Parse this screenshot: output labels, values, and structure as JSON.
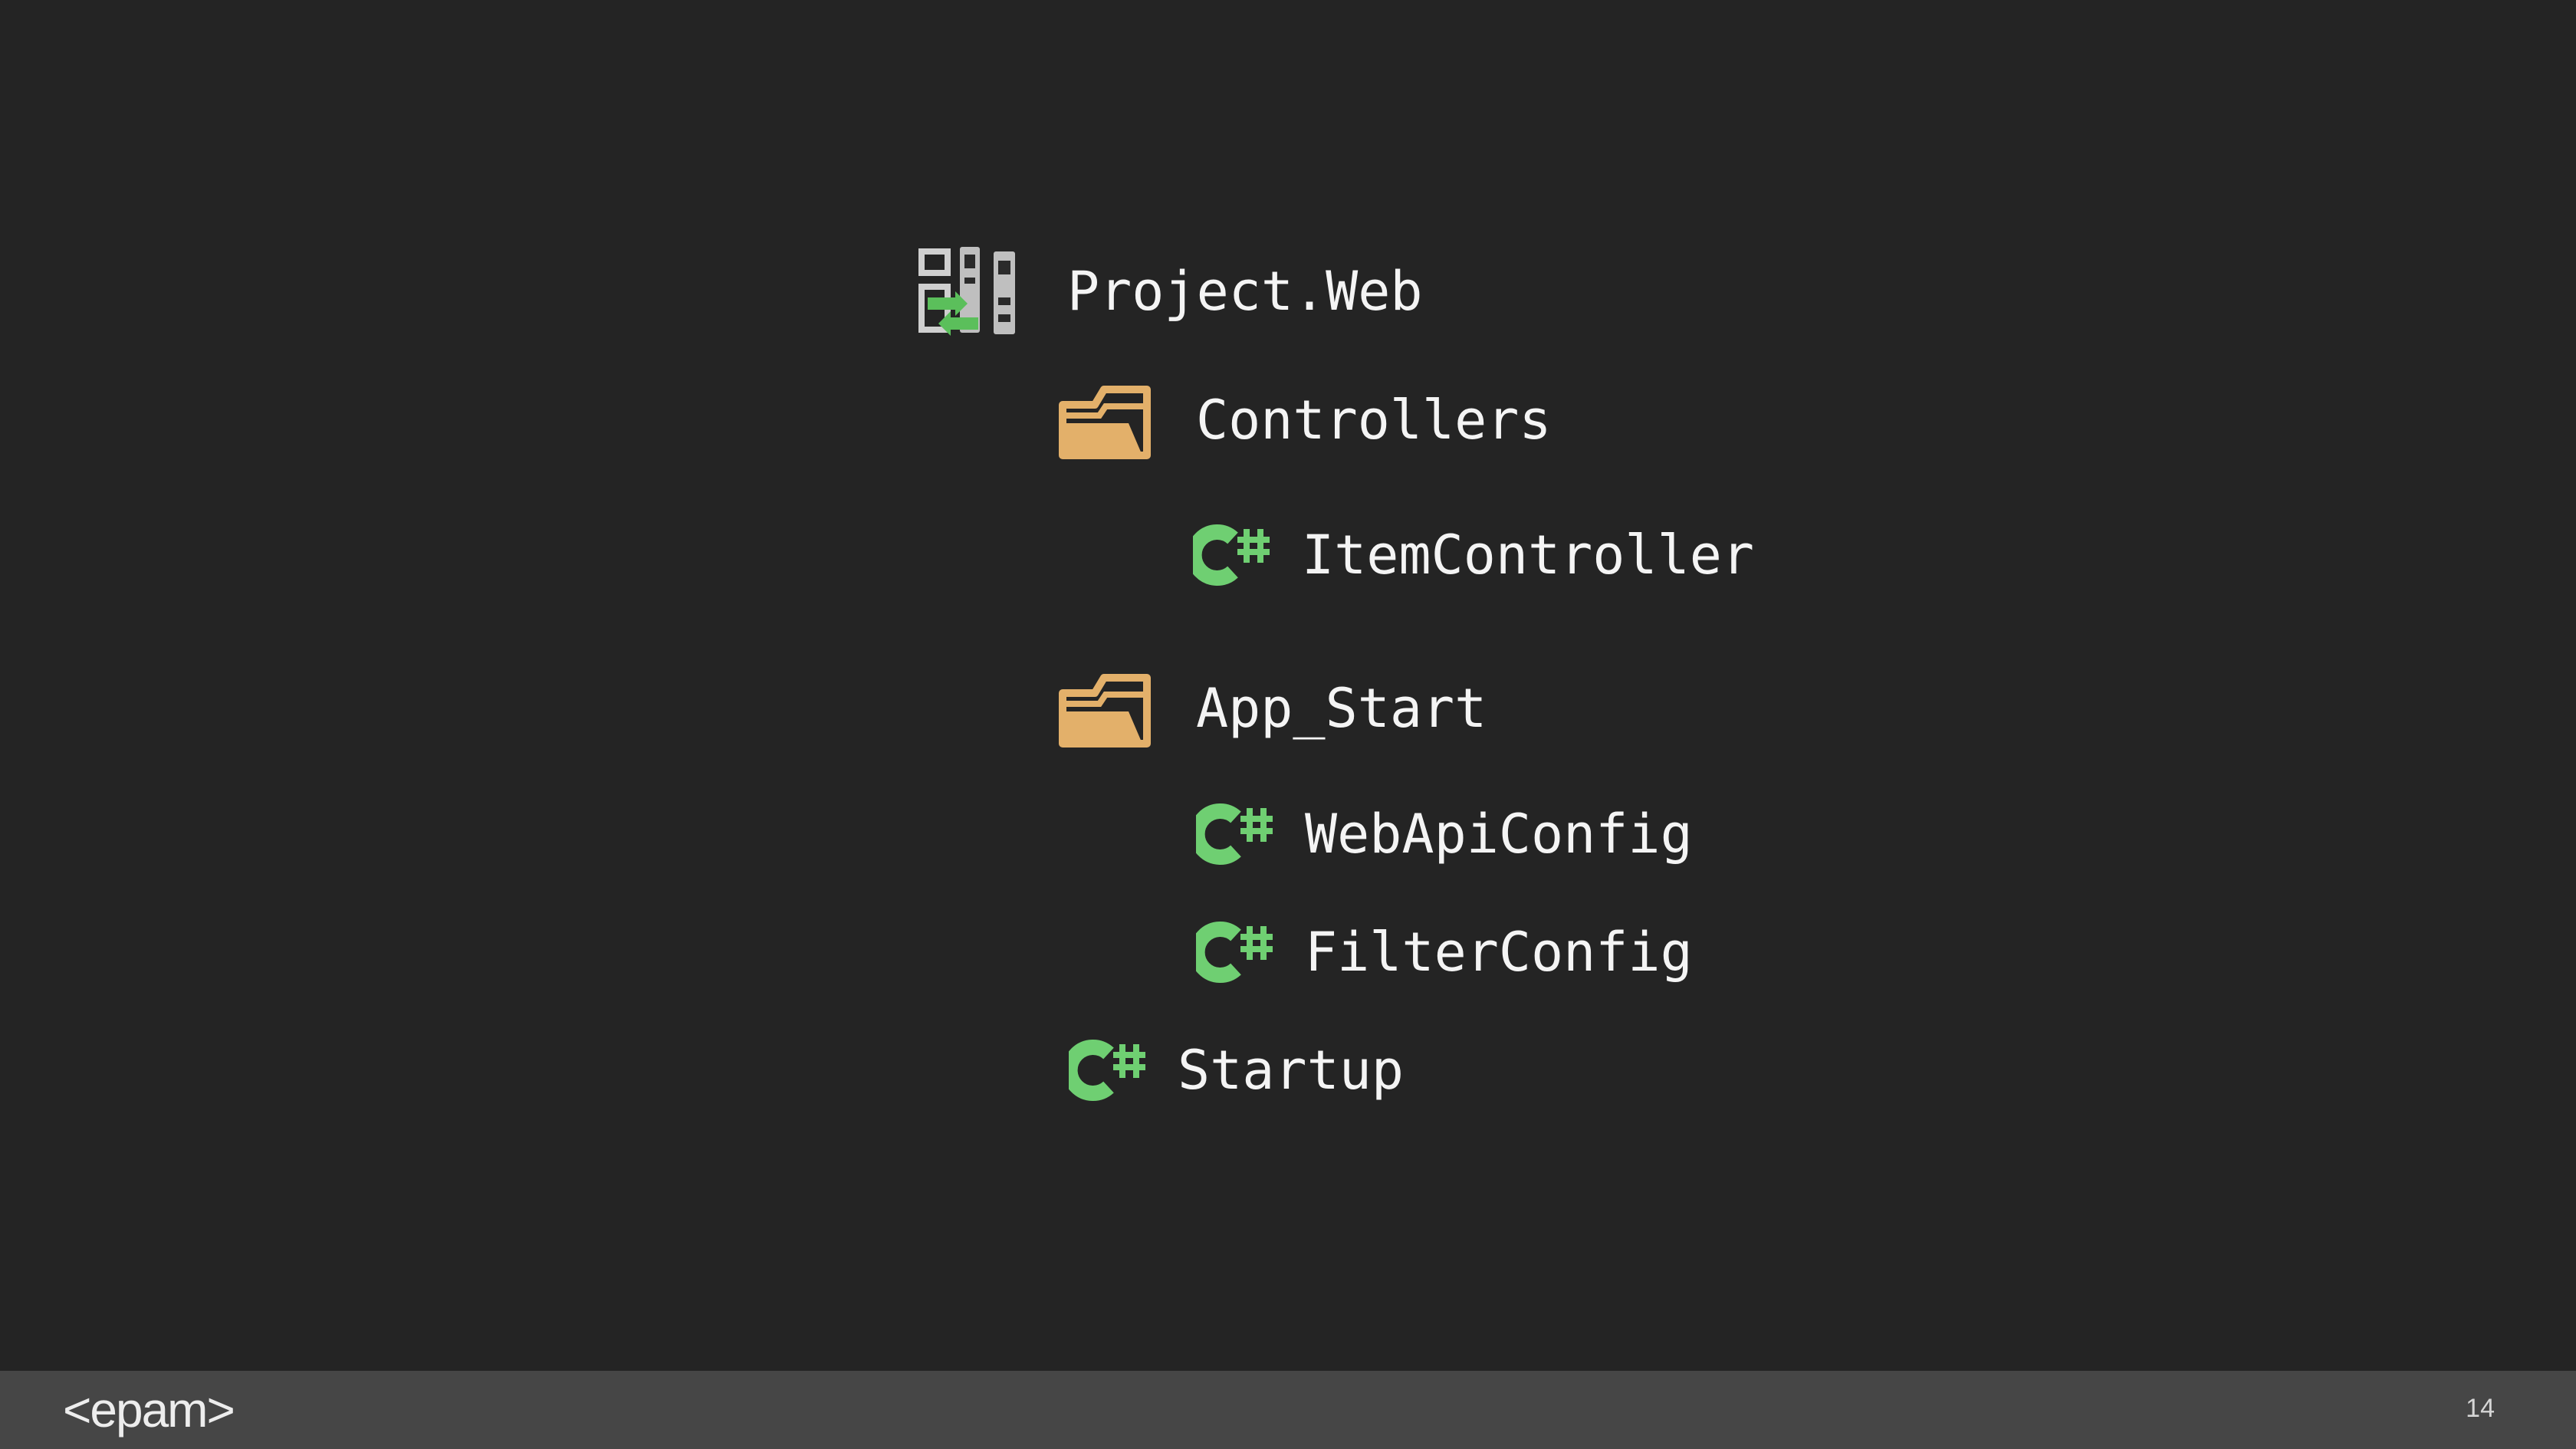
{
  "tree": {
    "project": {
      "label": "Project.Web",
      "icon": "web-project-icon"
    },
    "controllers_folder": {
      "label": "Controllers",
      "icon": "folder-icon"
    },
    "item_controller": {
      "label": "ItemController",
      "icon": "csharp-file-icon"
    },
    "app_start_folder": {
      "label": "App_Start",
      "icon": "folder-icon"
    },
    "webapi_config": {
      "label": "WebApiConfig",
      "icon": "csharp-file-icon"
    },
    "filter_config": {
      "label": "FilterConfig",
      "icon": "csharp-file-icon"
    },
    "startup": {
      "label": "Startup",
      "icon": "csharp-file-icon"
    }
  },
  "footer": {
    "logo_text": "<epam>",
    "page_number": "14"
  },
  "colors": {
    "background": "#242424",
    "footer_background": "#464646",
    "text": "#f4f4f4",
    "folder": "#e3b06a",
    "csharp": "#6fcf72"
  }
}
